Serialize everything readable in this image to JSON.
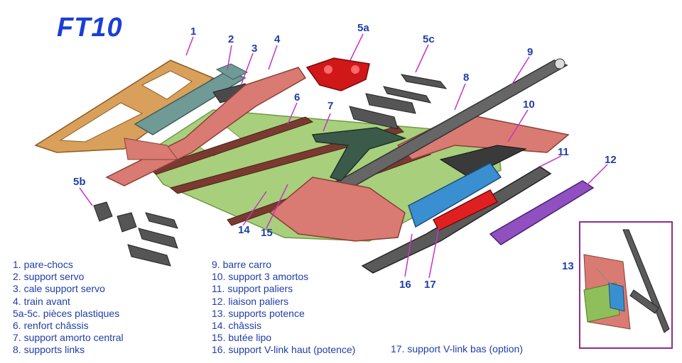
{
  "title": "FT10",
  "colors": {
    "accent": "#1f3ea8",
    "callout": "#c832c8",
    "bumper": "#d9a05b",
    "servo": "#6f9a96",
    "front": "#d97b72",
    "chassis": "#8fbf5a",
    "carbon": "#5a5a5a",
    "v_link_top": "#3a8fd0",
    "v_link_bottom": "#e02020",
    "paliers": "#9050c0",
    "plastic_red": "#d01818"
  },
  "callouts": [
    "1",
    "2",
    "3",
    "4",
    "5a",
    "5c",
    "9",
    "8",
    "6",
    "7",
    "10",
    "11",
    "12",
    "5b",
    "14",
    "15",
    "16",
    "17",
    "13"
  ],
  "legend": {
    "col1": [
      "1. pare-chocs",
      "2. support servo",
      "3. cale support servo",
      "4. train avant",
      "5a-5c. pièces plastiques",
      "6. renfort châssis",
      "7. support amorto central",
      "8. supports links"
    ],
    "col2": [
      "9. barre carro",
      "10. support 3 amortos",
      "11. support paliers",
      "12. liaison paliers",
      "13. supports potence",
      "14. châssis",
      "15. butée lipo",
      "16. support V-link haut (potence)"
    ],
    "col3": [
      "17. support V-link bas (option)"
    ]
  }
}
